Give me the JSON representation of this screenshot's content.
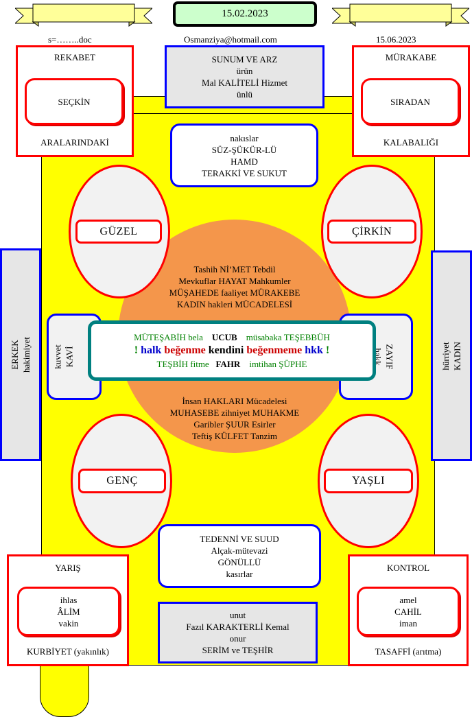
{
  "header": {
    "date_main": "15.02.2023",
    "file_name": "s=……..doc",
    "email": "Osmanziya@hotmail.com",
    "date_right": "15.06.2023"
  },
  "corners": {
    "top_left": {
      "title": "REKABET",
      "inner": "SEÇKİN",
      "footer": "ARALARINDAKİ"
    },
    "top_right": {
      "title": "MÜRAKABE",
      "inner": "SIRADAN",
      "footer": "KALABALIĞI"
    },
    "bottom_left": {
      "title": "YARIŞ",
      "inner": [
        "ihlas",
        "ÂLİM",
        "vakin"
      ],
      "footer": "KURBİYET (yakınlık)"
    },
    "bottom_right": {
      "title": "KONTROL",
      "inner": [
        "amel",
        "CAHİL",
        "iman"
      ],
      "footer": "TASAFFİ (arıtma)"
    }
  },
  "top_center": {
    "grey": [
      "SUNUM VE ARZ",
      "ürün",
      "Mal  KALİTELİ Hizmet",
      "ünlü"
    ],
    "rounded": [
      "nakıslar",
      "SÜZ-ŞÜKÜR-LÜ",
      "HAMD",
      "TERAKKİ VE SUKUT"
    ]
  },
  "bottom_center": {
    "rounded": [
      "TEDENNİ VE SUUD",
      "Alçak-mütevazi",
      "GÖNÜLLÜ",
      "kasırlar"
    ],
    "grey": [
      "unut",
      "Fazıl KARAKTERLİ Kemal",
      "onur",
      "SERİM ve TEŞHİR"
    ]
  },
  "ellipses": {
    "top_left": "GÜZEL",
    "top_right": "ÇİRKİN",
    "bottom_left": "GENÇ",
    "bottom_right": "YAŞLI"
  },
  "circle": {
    "top_lines": [
      "Tashih Nİ’MET Tebdil",
      "Mevkuflar HAYAT Mahkumler",
      "MÜŞAHEDE faaliyet MÜRAKEBE",
      "KADIN hakleri MÜCADELESİ"
    ],
    "bottom_lines": [
      "İnsan HAKLARI Mücadelesi",
      "MUHASEBE zihniyet  MUHAKME",
      "Garibler ŞUUR Esirler",
      "Teftiş KÜLFET Tanzim"
    ]
  },
  "side_inner": {
    "left": [
      "kuvvet",
      "KAVİ"
    ],
    "right": [
      "ZAYIF",
      "hakk"
    ]
  },
  "side_panels": {
    "left": [
      "ERKEK",
      "hakimiyet"
    ],
    "right": [
      "hürriyet",
      "KADIN"
    ]
  },
  "center_box": {
    "line1": {
      "a": "MÜTEŞABİH bela",
      "b": "UCUB",
      "c": "müsabaka TEŞEBBÜH"
    },
    "line2": {
      "ex1": "!",
      "w1": "halk",
      "w2": "beğenme",
      "w3": "kendini",
      "w4": "beğenmeme",
      "w5": "hkk",
      "ex2": "!"
    },
    "line3": {
      "a": "TEŞBİH fitme",
      "b": "FAHR",
      "c": "imtihan ŞÜPHE"
    }
  },
  "colors": {
    "table": "#ffff00",
    "circle": "#f4964b",
    "red_border": "#ff0000",
    "blue_border": "#0000ff",
    "teal_border": "#008080",
    "grey_fill": "#e6e6e6",
    "banner": "#ffff99",
    "date_fill": "#ccffcc"
  }
}
